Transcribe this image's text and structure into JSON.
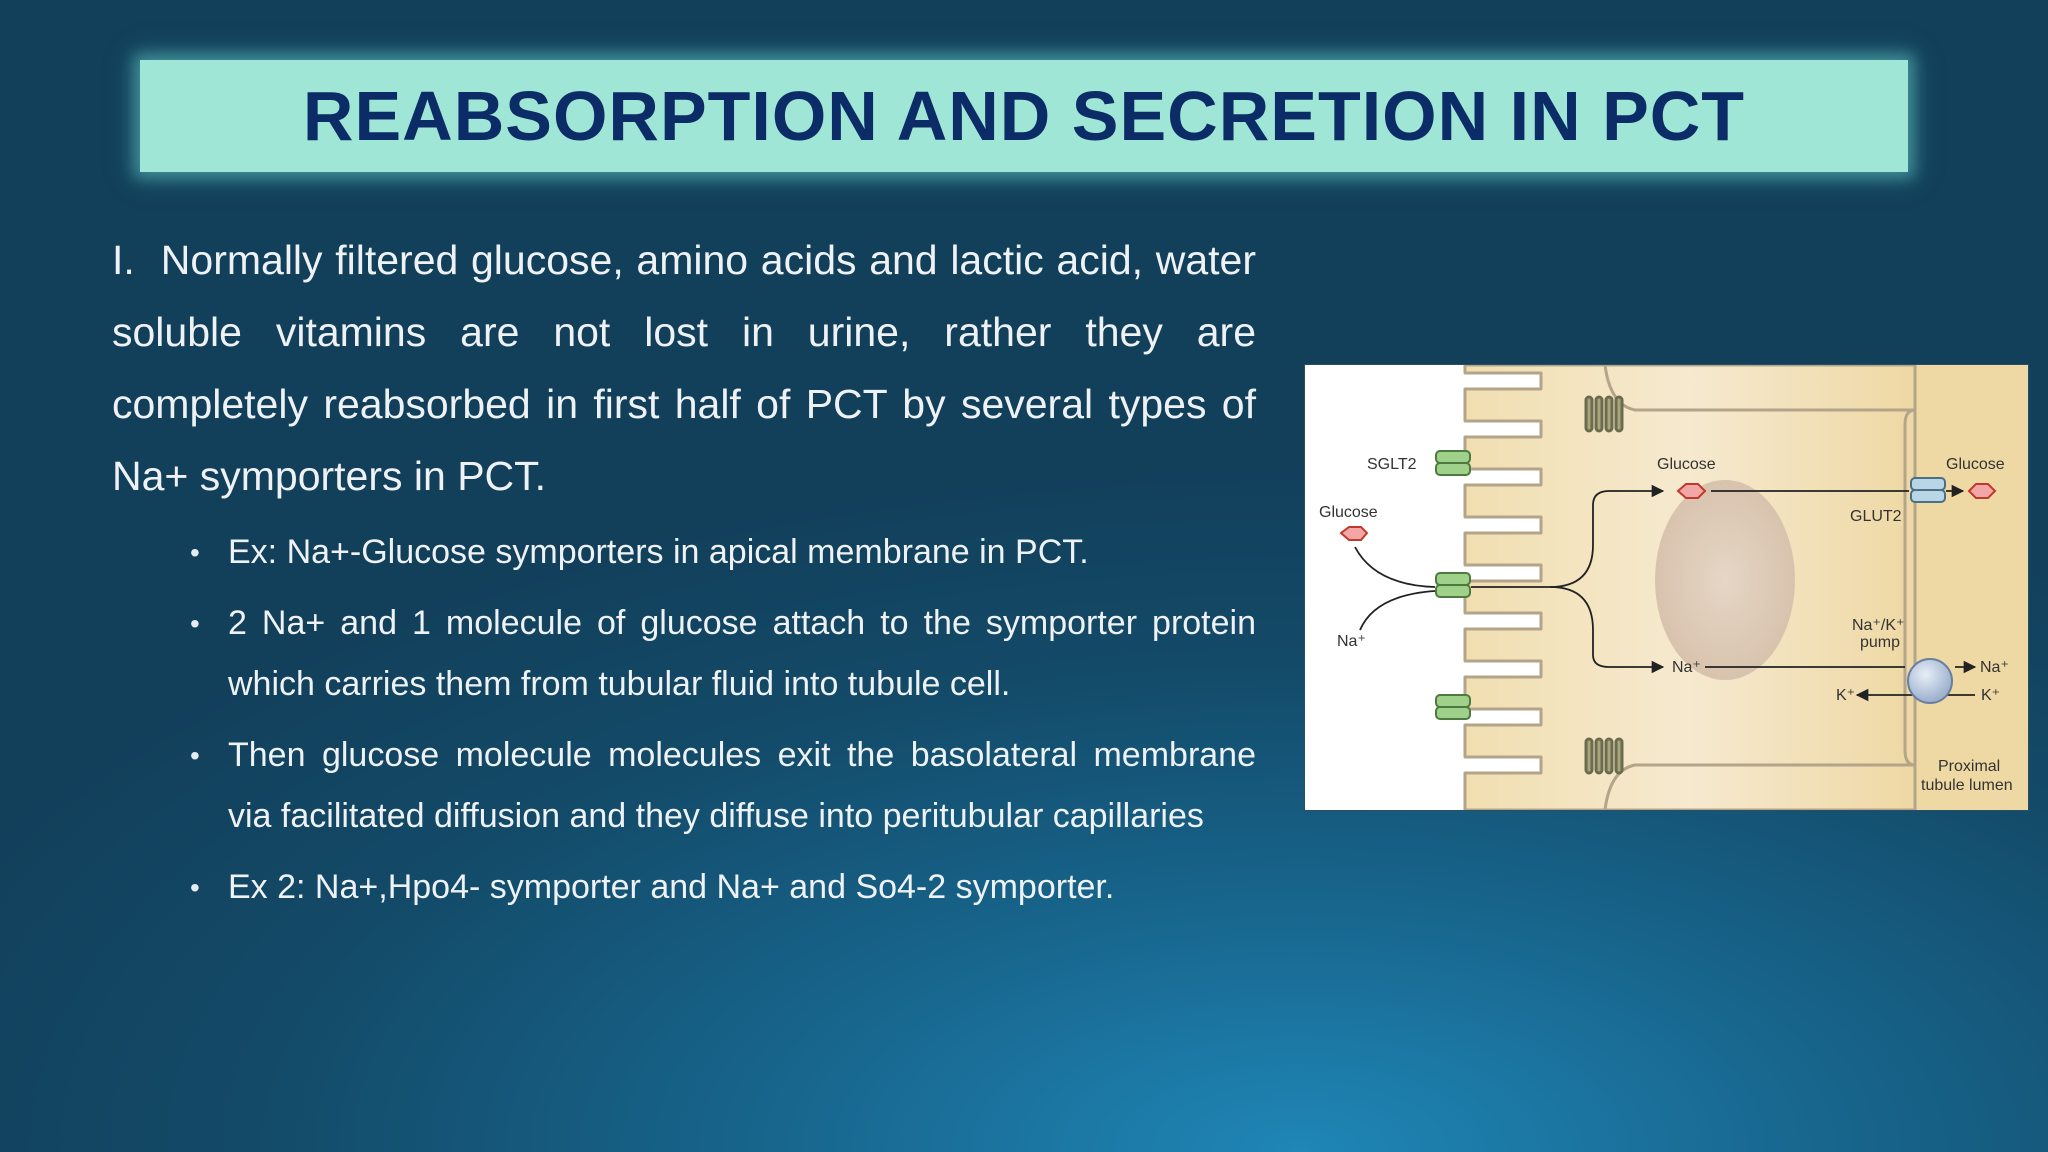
{
  "slide": {
    "title": "REABSORPTION AND SECRETION IN PCT",
    "main_point": {
      "number": "I.",
      "text": "Normally filtered glucose, amino acids and lactic acid, water soluble vitamins are not lost in urine, rather they are completely reabsorbed in first half of PCT by several types of Na+ symporters in PCT."
    },
    "bullets": [
      "Ex: Na+-Glucose symporters in apical membrane in PCT.",
      "2 Na+ and 1 molecule of glucose attach to the symporter protein which carries them from tubular fluid into tubule cell.",
      "Then glucose molecule molecules exit the basolateral membrane via facilitated diffusion and they diffuse into peritubular capillaries",
      "Ex 2: Na+,Hpo4- symporter and Na+ and So4-2 symporter."
    ],
    "bullet_symbol": "•"
  },
  "diagram": {
    "labels": {
      "sglt2": "SGLT2",
      "glucose_lumen": "Glucose",
      "na_lumen": "Na⁺",
      "glucose_cell": "Glucose",
      "glucose_out": "Glucose",
      "glut2": "GLUT2",
      "na_cell": "Na⁺",
      "pump_line1": "Na⁺/K⁺",
      "pump_line2": "pump",
      "na_out": "Na⁺",
      "k_in": "K⁺",
      "k_out": "K⁺",
      "lumen_line1": "Proximal",
      "lumen_line2": "tubule lumen"
    }
  }
}
